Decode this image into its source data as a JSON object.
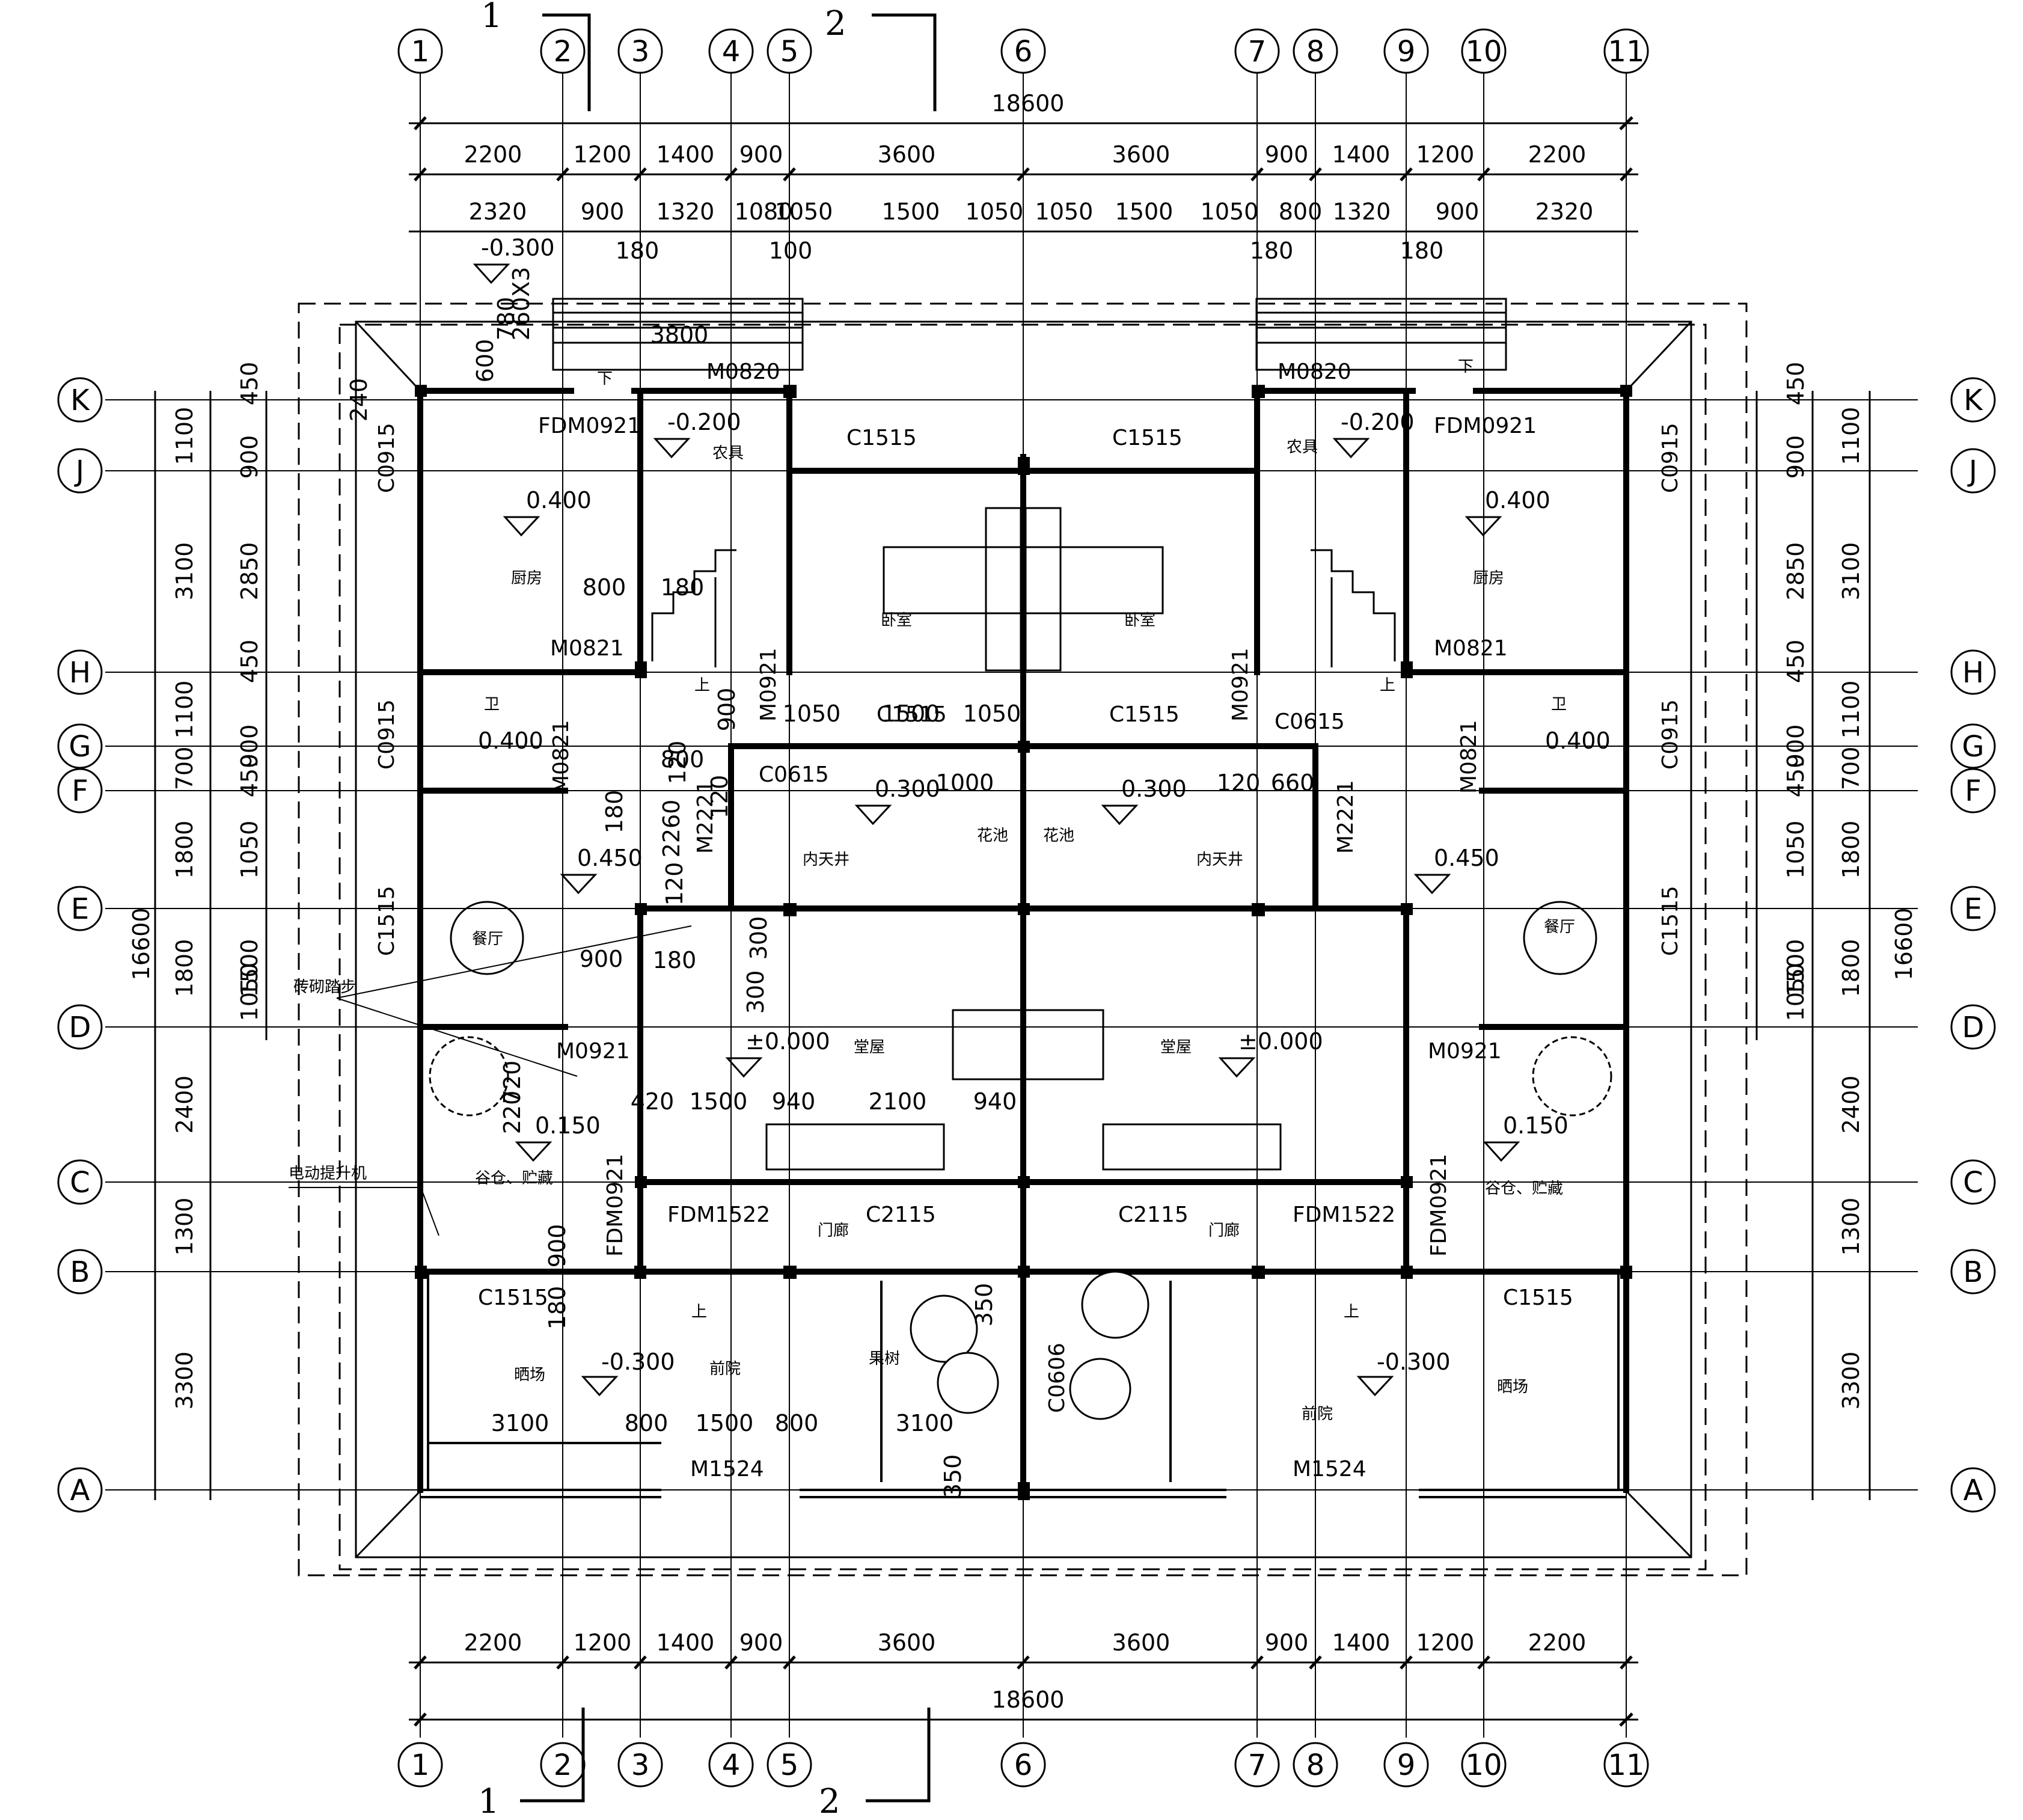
{
  "axes": {
    "vertical_labels": [
      "1",
      "2",
      "3",
      "4",
      "5",
      "6",
      "7",
      "8",
      "9",
      "10",
      "11"
    ],
    "horizontal_labels": [
      "K",
      "J",
      "H",
      "G",
      "F",
      "E",
      "D",
      "C",
      "B",
      "A"
    ]
  },
  "section_marks": {
    "one": "1",
    "two": "2"
  },
  "dimensions": {
    "overall_width": "18600",
    "overall_depth": "16600",
    "top_row1": [
      "2200",
      "1200",
      "1400",
      "900",
      "3600",
      "3600",
      "900",
      "1400",
      "1200",
      "2200"
    ],
    "top_row2": [
      "2320",
      "900",
      "1320",
      "1080",
      "1050",
      "1500",
      "1050",
      "1050",
      "1500",
      "1050",
      "800",
      "1320",
      "900",
      "2320"
    ],
    "top_extras": [
      "180",
      "100",
      "180",
      "180"
    ],
    "bottom_row": [
      "2200",
      "1200",
      "1400",
      "900",
      "3600",
      "3600",
      "900",
      "1400",
      "1200",
      "2200"
    ],
    "left_outer": [
      "1100",
      "3100",
      "1100",
      "700",
      "1800",
      "1800",
      "2400",
      "1300",
      "3300"
    ],
    "left_inner": [
      "450",
      "900",
      "2850",
      "450",
      "900",
      "450",
      "1050",
      "1500",
      "1050"
    ],
    "right_outer": [
      "1100",
      "3100",
      "1100",
      "700",
      "1800",
      "1800",
      "2400",
      "1300",
      "3300"
    ],
    "right_inner": [
      "450",
      "900",
      "2850",
      "450",
      "900",
      "450",
      "1050",
      "1500",
      "1050"
    ],
    "interior": [
      "800",
      "180",
      "900",
      "120",
      "800",
      "180",
      "2260",
      "120",
      "120",
      "300",
      "300",
      "900",
      "180",
      "720",
      "220",
      "420",
      "1500",
      "940",
      "2100",
      "940",
      "1050",
      "1500",
      "1050",
      "1000",
      "120",
      "660",
      "900",
      "180",
      "3100",
      "800",
      "1500",
      "800",
      "3100",
      "350",
      "350",
      "240",
      "780",
      "600",
      "260X3",
      "3800"
    ]
  },
  "levels": {
    "minus_0_3": "-0.300",
    "minus_0_2": "-0.200",
    "plus_0_4": "0.400",
    "plus_0_3": "0.300",
    "plus_0_45": "0.450",
    "plus_0_15": "0.150",
    "zero": "±0.000"
  },
  "doors_windows": {
    "m0820": "M0820",
    "fdm0921": "FDM0921",
    "c0915": "C0915",
    "c1515": "C1515",
    "m0821": "M0821",
    "m0921": "M0921",
    "c0615": "C0615",
    "m2221": "M2221",
    "fdm1522": "FDM1522",
    "c2115": "C2115",
    "m1524": "M1524",
    "c0606": "C0606"
  },
  "rooms": {
    "kitchen": "厨房",
    "tools": "农具",
    "bedroom": "卧室",
    "wc": "卫",
    "dining": "餐厅",
    "courtyard": "内天井",
    "flower_bed": "花池",
    "hall": "堂屋",
    "granary": "谷仓、贮藏",
    "porch": "门廊",
    "drying": "晒场",
    "front_yard": "前院",
    "fruit_tree": "果树"
  },
  "notes": {
    "up": "上",
    "down": "下",
    "brick_steps": "砖砌踏步",
    "elevator": "电动提升机"
  }
}
